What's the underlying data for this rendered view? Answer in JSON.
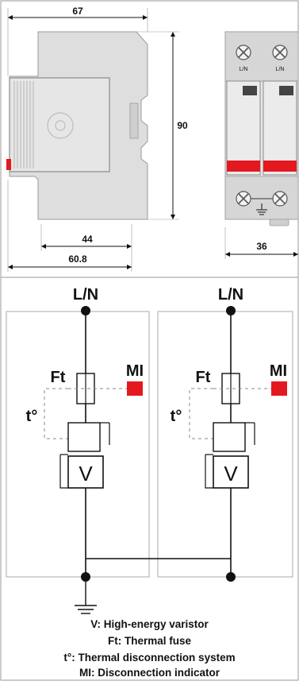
{
  "dimensions": {
    "width_top": "67",
    "height_right": "90",
    "depth_front": "44",
    "depth_total": "60.8",
    "width_side": "36"
  },
  "terminals": {
    "top_left": "L/N",
    "top_right": "L/N"
  },
  "schematic": {
    "input_left": "L/N",
    "input_right": "L/N",
    "fuse_label": "Ft",
    "indicator_label": "MI",
    "thermal_label": "t°",
    "varistor_label": "V"
  },
  "legend": [
    "V: High-energy varistor",
    "Ft: Thermal fuse",
    "t°: Thermal disconnection system",
    "MI: Disconnection indicator"
  ],
  "colors": {
    "housing": "#dedede",
    "housing_dark": "#c8c8c8",
    "indicator_red": "#e3191f",
    "line": "#111111"
  }
}
